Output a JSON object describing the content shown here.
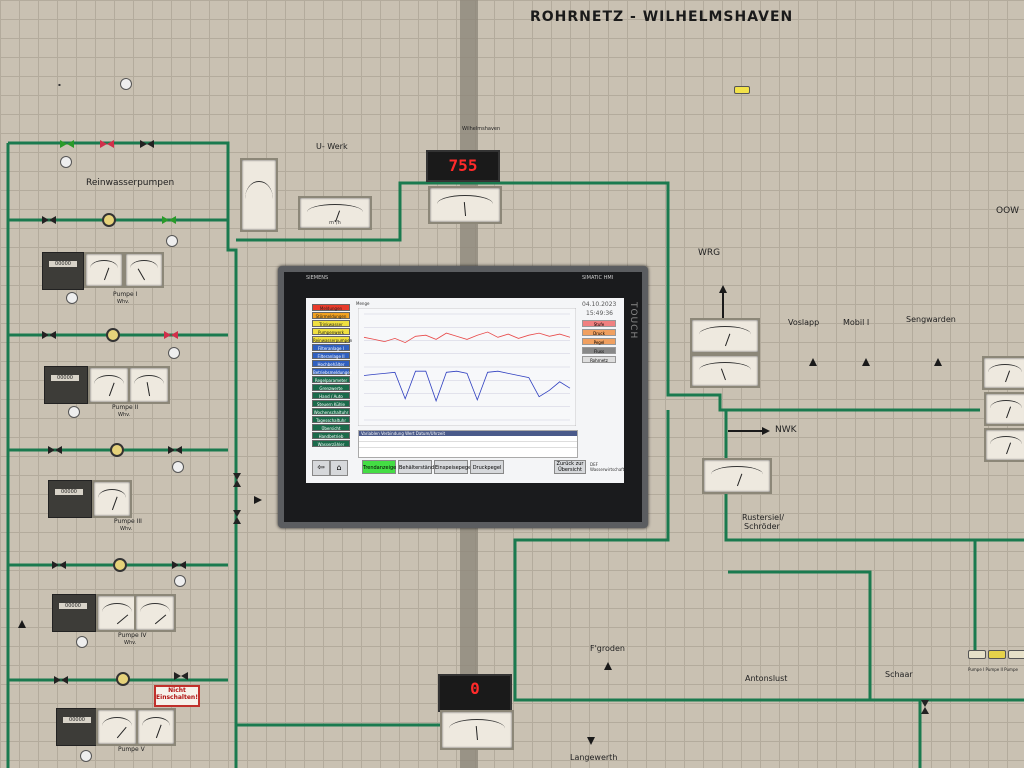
{
  "title": "ROHRNETZ - WILHELMSHAVEN",
  "labels": {
    "reinwasserpumpen": "Reinwasserpumpen",
    "u_werk": "U- Werk",
    "wilhelmshaven_small": "Wilhelmshaven",
    "wrg": "WRG",
    "voslapp": "Voslapp",
    "mobil": "Mobil I",
    "sengwarden": "Sengwarden",
    "nwk": "NWK",
    "rustersiel": "Rustersiel/",
    "schroder": "Schröder",
    "fgroden": "F'groden",
    "antonslust": "Antonslust",
    "schaar": "Schaar",
    "langewerth": "Langewerth",
    "oow": "OOW",
    "pumpe1": "Pumpe I",
    "pumpe2": "Pumpe II",
    "pumpe3": "Pumpe III",
    "pumpe4": "Pumpe IV",
    "pumpe5": "Pumpe V",
    "whv": "Whv.",
    "pumpen_right": "Pumpe I  Pumpe II  Pumpe",
    "sign": "Nicht Einschalten!"
  },
  "displays": {
    "top_digital": "755",
    "bottom_digital": "0",
    "meter_uwerk": "m³/h"
  },
  "hmi": {
    "brand": "SIEMENS",
    "model": "SIMATIC HMI",
    "touch": "TOUCH",
    "date": "04.10.2023",
    "time": "15:49:36",
    "left_menu": [
      "Meldungen",
      "Störmeldungen",
      "Trinkwasser",
      "Pumpenwerk",
      "Reinwasserpumpen",
      "Filteranlage I",
      "Filteranlage II",
      "Hochbehälter",
      "Betriebsmeldungen",
      "Regelparameter",
      "Grenzwerte",
      "Hand / Auto",
      "Steuern Kühle",
      "Wochenschaltuhr",
      "Tagesschaltuhr",
      "Übersicht",
      "Handbetrieb",
      "Wasserzähler"
    ],
    "right_menu": [
      "Stufe",
      "Druck",
      "Pegel",
      "Fluss",
      "Rohrnetz"
    ],
    "chart_header": "Menge",
    "table_header": "Variablen Verbindung   Wert   Datum/Uhrzeit",
    "bottom_buttons": [
      "Trendanzeige",
      "Behälterstände",
      "Einspeisepegel",
      "Druckpegel",
      "Zurück zur Übersicht"
    ],
    "bottom_info": "DEF Wasserwirtschaft"
  },
  "chart_data": {
    "type": "line",
    "title": "",
    "x": [
      0,
      1,
      2,
      3,
      4,
      5,
      6,
      7,
      8,
      9,
      10,
      11,
      12,
      13,
      14,
      15,
      16,
      17,
      18,
      19,
      20
    ],
    "series": [
      {
        "values": [
          78,
          76,
          74,
          77,
          73,
          79,
          80,
          76,
          82,
          79,
          76,
          80,
          83,
          78,
          81,
          77,
          80,
          82,
          79,
          81,
          78
        ]
      },
      {
        "values": [
          42,
          43,
          44,
          45,
          20,
          46,
          46,
          18,
          45,
          46,
          44,
          19,
          45,
          46,
          44,
          42,
          40,
          22,
          28,
          36,
          30
        ]
      }
    ],
    "xlabel": "",
    "ylabel": "",
    "ylim": [
      0,
      100
    ],
    "colors": [
      "#e84a4a",
      "#3040c0"
    ]
  },
  "colors": {
    "pipe": "#1a7a4f",
    "panel": "#c9c1b2",
    "digital_red": "#ff2a2a",
    "hmi_green": "#44dd44"
  }
}
